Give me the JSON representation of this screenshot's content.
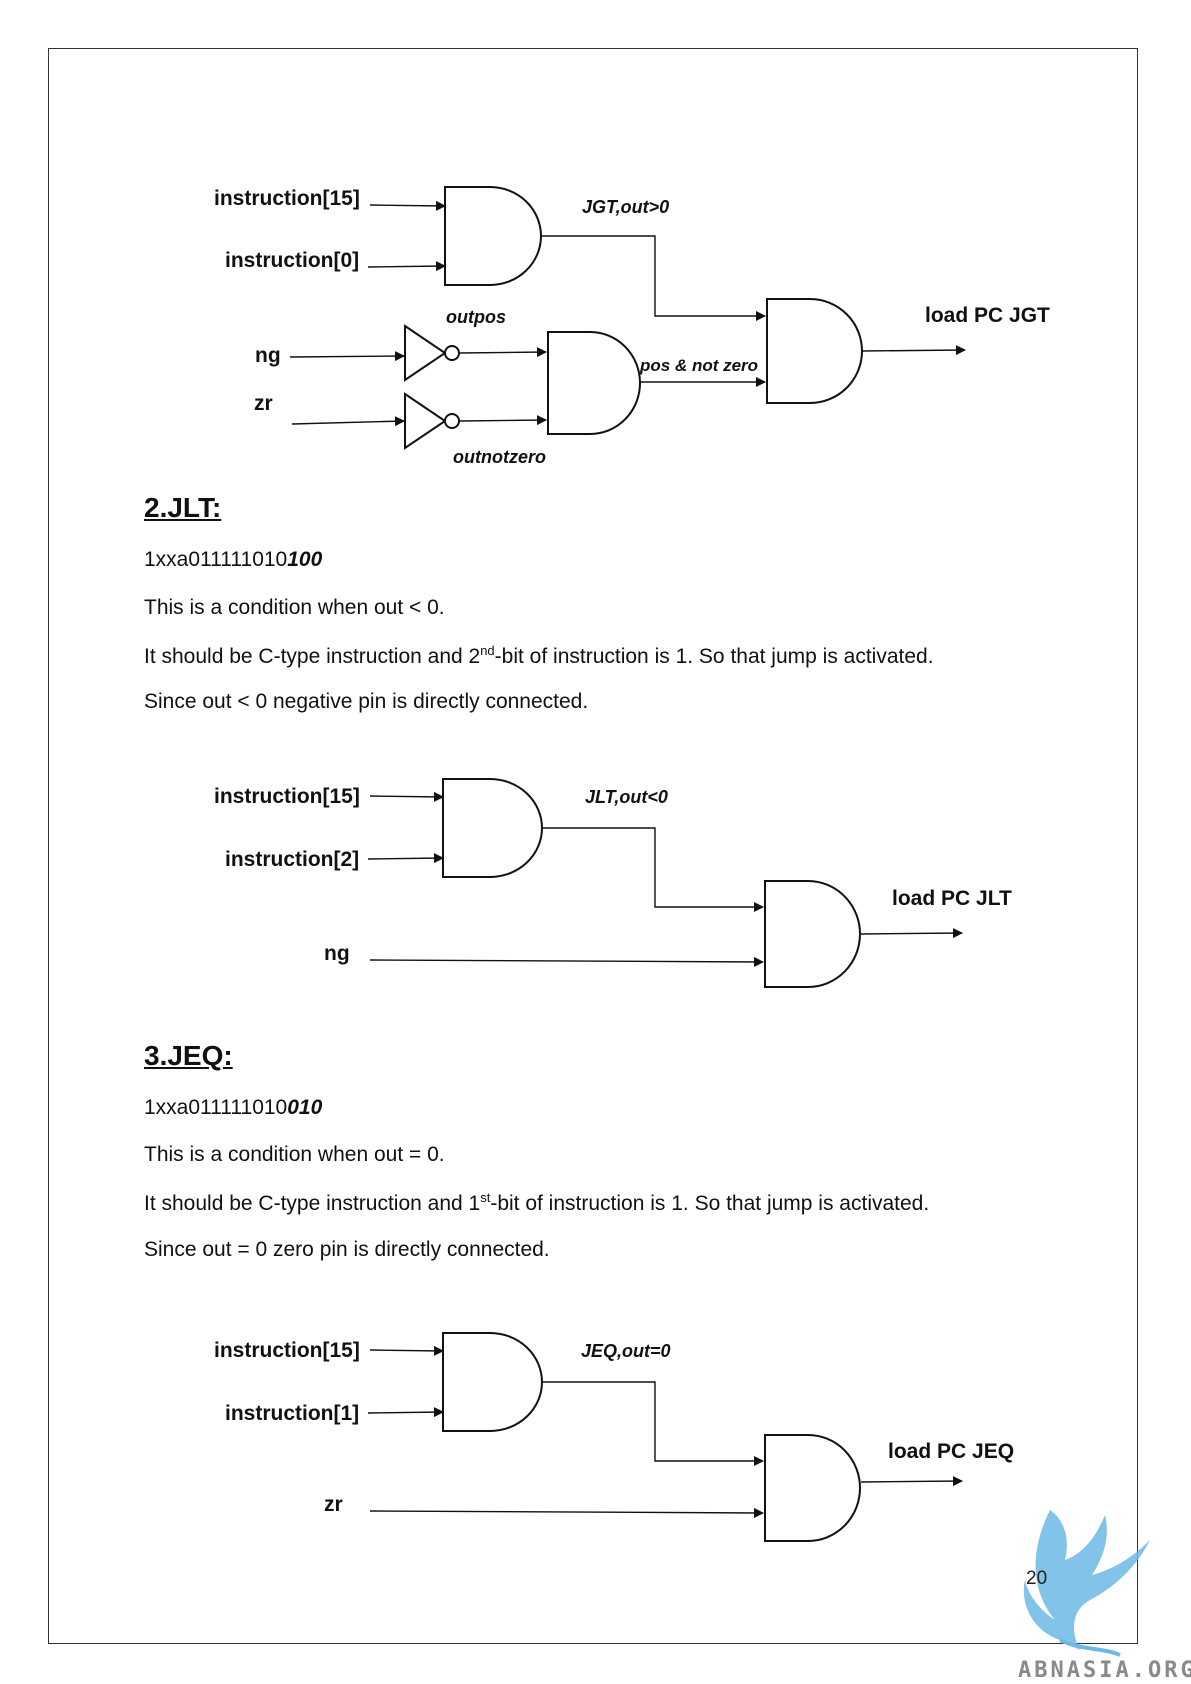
{
  "diagram_jgt": {
    "input_a": "instruction[15]",
    "input_b": "instruction[0]",
    "and_out_label": "JGT,out>0",
    "ng_label": "ng",
    "zr_label": "zr",
    "not1_label": "outpos",
    "not2_label": "outnotzero",
    "mid_label": "pos & not zero",
    "output_label": "load PC JGT"
  },
  "section_jlt": {
    "heading": "2.JLT:",
    "code_prefix": "1xxa011111010",
    "code_suffix": "100",
    "line1": "This is a condition when out < 0.",
    "line2_pre": "It should be C-type instruction and 2",
    "line2_sup": "nd",
    "line2_post": "-bit of instruction is 1. So that jump is activated.",
    "line3": "Since out < 0 negative pin is directly connected."
  },
  "diagram_jlt": {
    "input_a": "instruction[15]",
    "input_b": "instruction[2]",
    "and_out_label": "JLT,out<0",
    "third_input": "ng",
    "output_label": "load PC JLT"
  },
  "section_jeq": {
    "heading": "3.JEQ:",
    "code_prefix": "1xxa011111010",
    "code_suffix": "010",
    "line1": "This is a condition when out = 0.",
    "line2_pre": "It should be C-type instruction and 1",
    "line2_sup": "st",
    "line2_post": "-bit of instruction is 1. So that jump is activated.",
    "line3": "Since out = 0 zero pin is directly connected."
  },
  "diagram_jeq": {
    "input_a": "instruction[15]",
    "input_b": "instruction[1]",
    "and_out_label": "JEQ,out=0",
    "third_input": "zr",
    "output_label": "load PC JEQ"
  },
  "page_number": "20",
  "watermark_text": "ABNASIA.ORG"
}
